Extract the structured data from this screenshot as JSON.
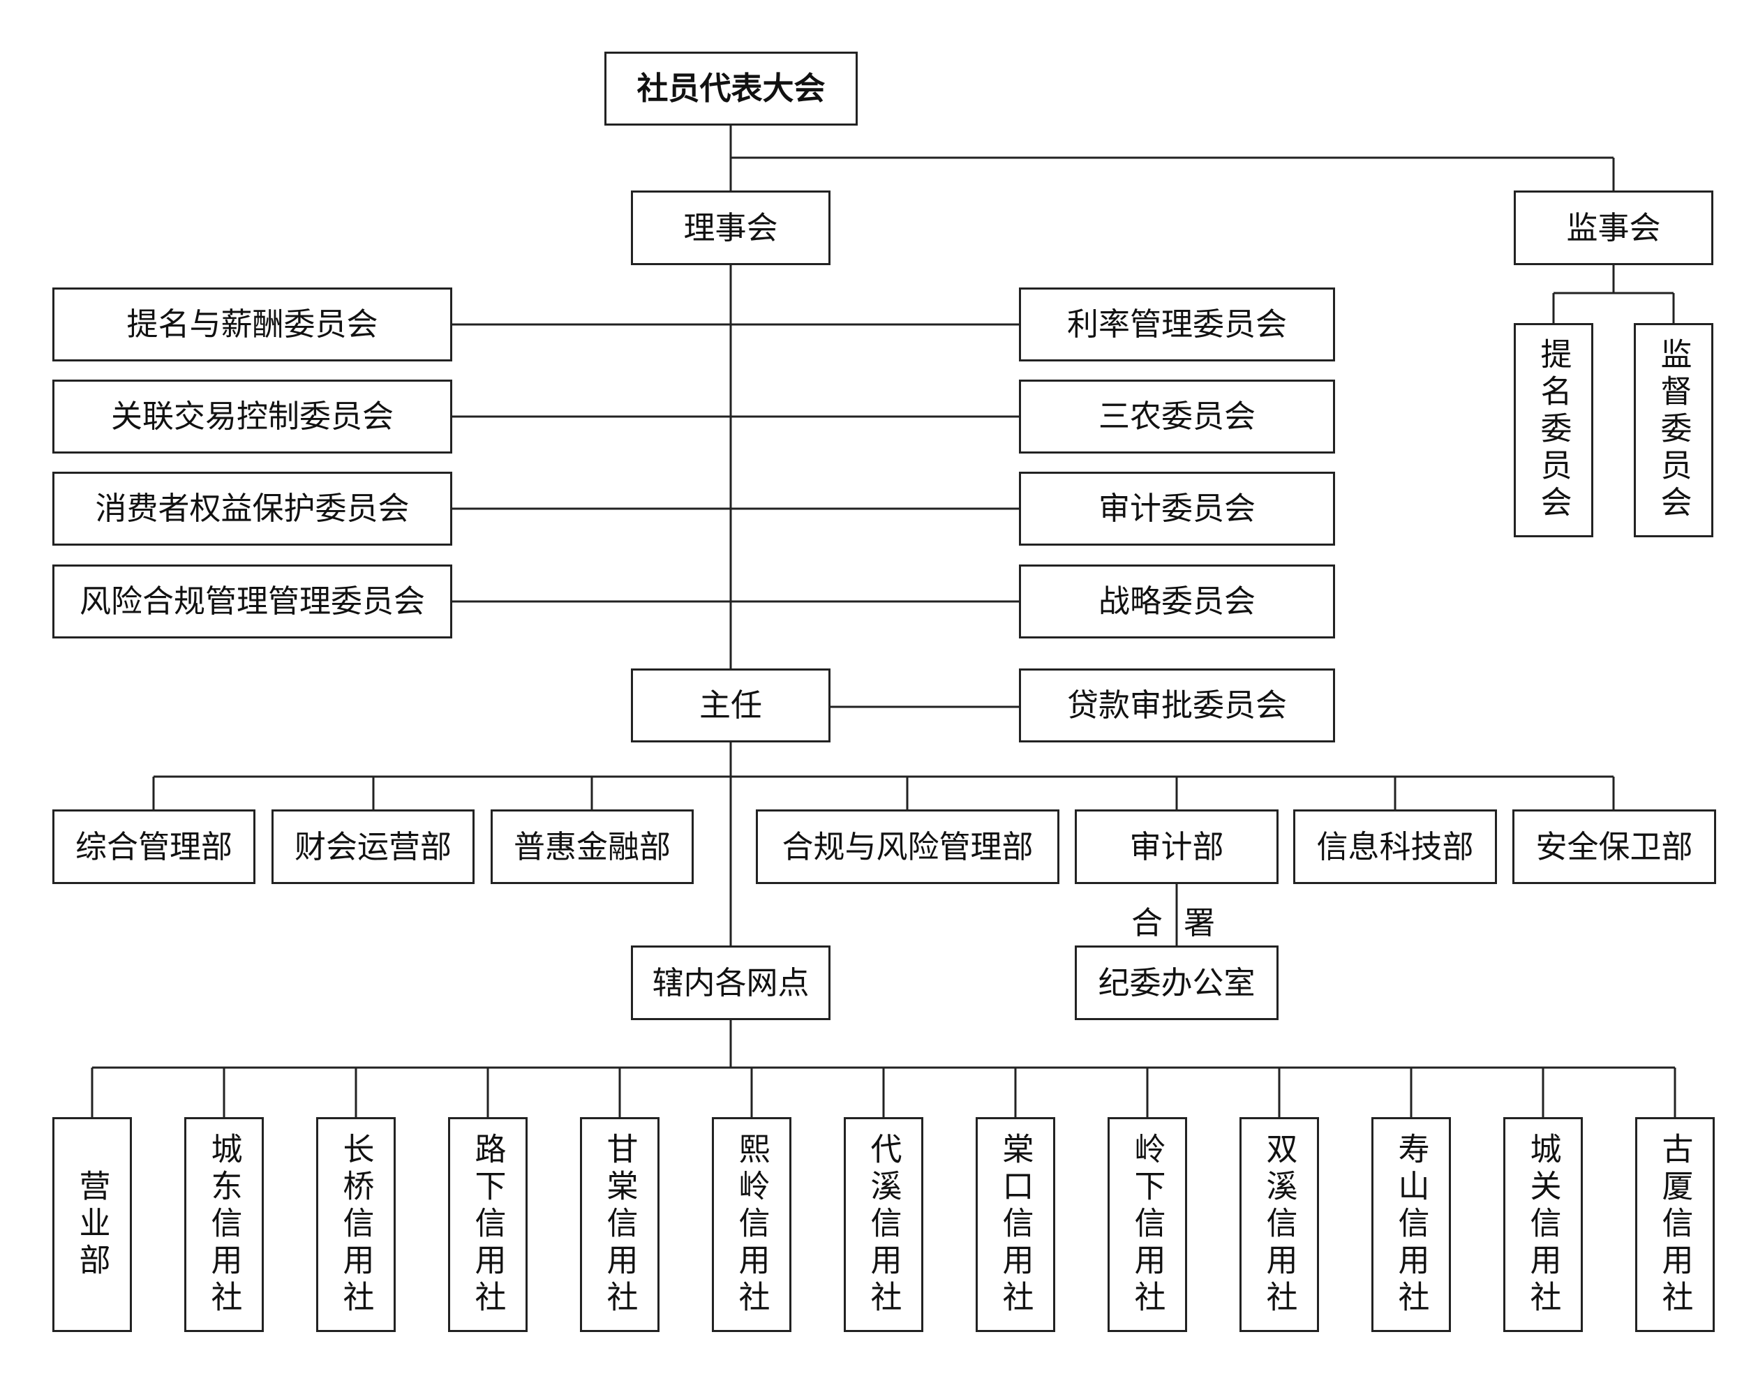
{
  "top": {
    "label": "社员代表大会"
  },
  "board": {
    "label": "理事会"
  },
  "supervisory": {
    "label": "监事会"
  },
  "sup_committees": [
    "提名委员会",
    "监督委员会"
  ],
  "board_left": [
    "提名与薪酬委员会",
    "关联交易控制委员会",
    "消费者权益保护委员会",
    "风险合规管理管理委员会"
  ],
  "board_right": [
    "利率管理委员会",
    "三农委员会",
    "审计委员会",
    "战略委员会"
  ],
  "director": {
    "label": "主任"
  },
  "loan_committee": {
    "label": "贷款审批委员会"
  },
  "departments": [
    "综合管理部",
    "财会运营部",
    "普惠金融部",
    "合规与风险管理部",
    "审计部",
    "信息科技部",
    "安全保卫部"
  ],
  "joint_office": {
    "left": "合",
    "right": "署"
  },
  "discipline": {
    "label": "纪委办公室"
  },
  "outlets": {
    "label": "辖内各网点"
  },
  "branches": [
    "营业部",
    "城东信用社",
    "长桥信用社",
    "路下信用社",
    "甘棠信用社",
    "熙岭信用社",
    "代溪信用社",
    "棠口信用社",
    "岭下信用社",
    "双溪信用社",
    "寿山信用社",
    "城关信用社",
    "古厦信用社"
  ]
}
